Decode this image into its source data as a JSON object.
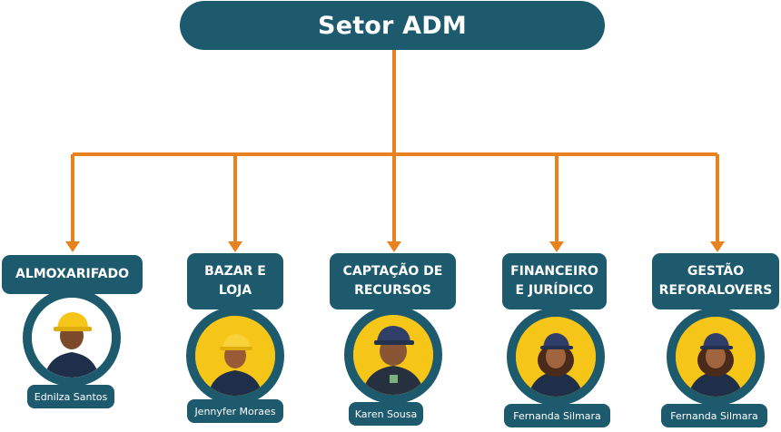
{
  "title": "Setor ADM",
  "colors": {
    "box": "#1d5a6e",
    "connector": "#e8821e",
    "photo_bg": "#f5c518"
  },
  "departments": [
    {
      "label": "ALMOXARIFADO",
      "person": "Ednilza Santos",
      "photo": "person-with-yellow-hardhat-photo"
    },
    {
      "label": "BAZAR E LOJA",
      "person": "Jennyfer Moraes",
      "photo": "person-with-yellow-hardhat-photo"
    },
    {
      "label": "CAPTAÇÃO DE RECURSOS",
      "person": "Karen Sousa",
      "photo": "person-with-blue-hardhat-photo"
    },
    {
      "label": "FINANCEIRO E JURÍDICO",
      "person": "Fernanda Silmara",
      "photo": "person-with-blue-hardhat-photo"
    },
    {
      "label": "GESTÃO REFORALOVERS",
      "person": "Fernanda Silmara",
      "photo": "person-with-blue-hardhat-photo"
    }
  ]
}
